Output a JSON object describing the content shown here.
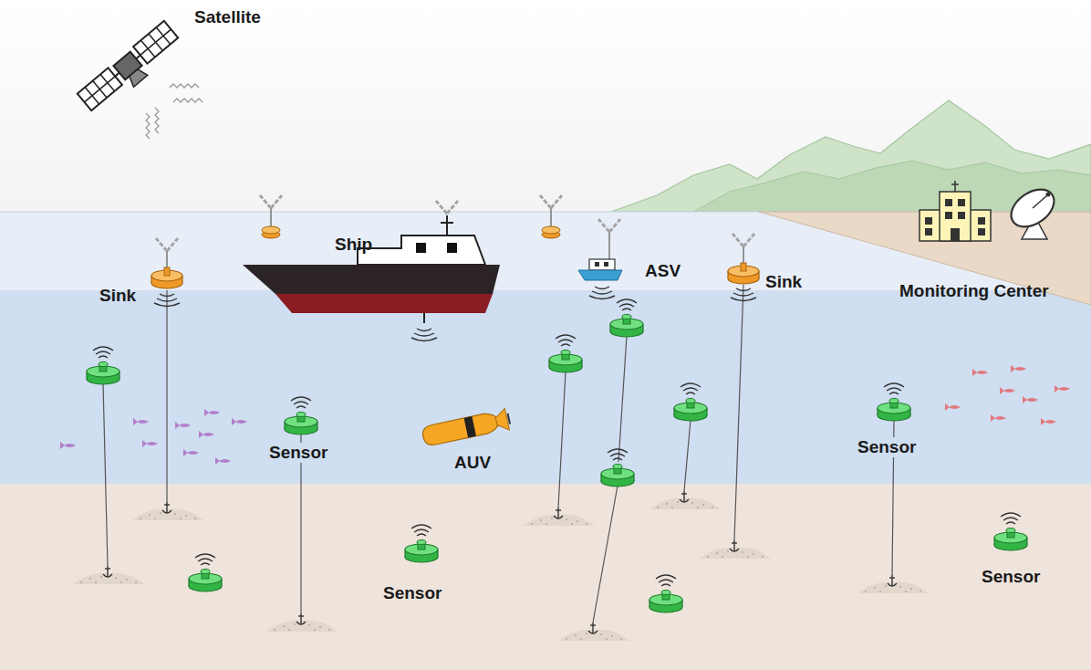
{
  "diagram": {
    "labels": [
      "Satellite",
      "Sink",
      "Ship",
      "ASV",
      "Sink",
      "Monitoring Center",
      "Sensor",
      "AUV",
      "Sensor",
      "Sensor",
      "Sensor"
    ]
  }
}
